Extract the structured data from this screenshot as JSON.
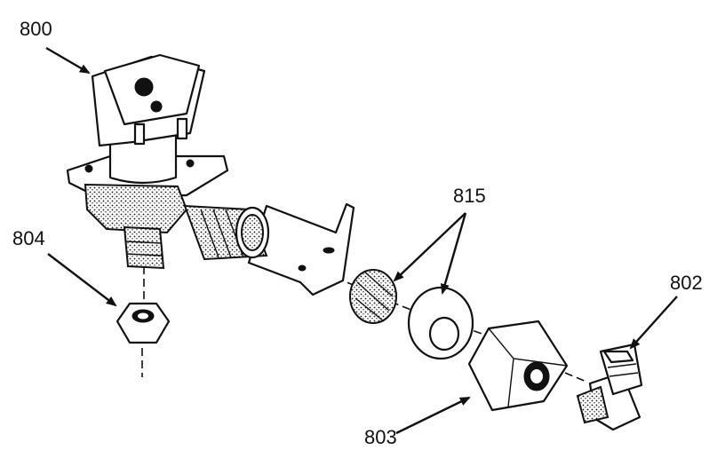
{
  "callouts": [
    {
      "id": "800",
      "part": "water-valve-solenoid"
    },
    {
      "id": "804",
      "part": "hex-nut-small"
    },
    {
      "id": "815",
      "part": "strainer-and-washer"
    },
    {
      "id": "802",
      "part": "elbow-fitting"
    },
    {
      "id": "803",
      "part": "hex-nut-large"
    }
  ],
  "colors": {
    "ink": "#111111",
    "paper": "#ffffff"
  }
}
